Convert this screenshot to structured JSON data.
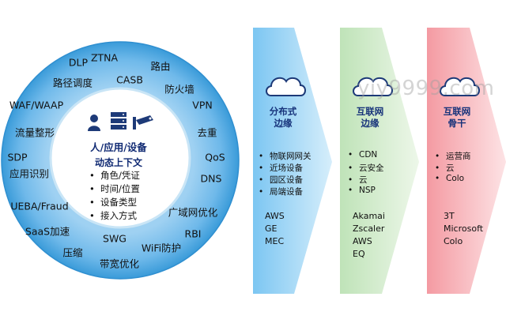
{
  "ring": {
    "labels": [
      "ZTNA",
      "DLP",
      "路由",
      "路径调度",
      "CASB",
      "防火墙",
      "WAF/WAAP",
      "VPN",
      "流量整形",
      "去重",
      "SDP",
      "QoS",
      "应用识别",
      "DNS",
      "UEBA/Fraud",
      "广域网优化",
      "SaaS加速",
      "RBI",
      "SWG",
      "WiFi防护",
      "压缩",
      "带宽优化"
    ]
  },
  "center": {
    "title": "人/应用/设备",
    "subtitle": "动态上下文",
    "items": [
      "角色/凭证",
      "时间/位置",
      "设备类型",
      "接入方式"
    ],
    "icons": [
      "person-icon",
      "server-icon",
      "camera-icon"
    ]
  },
  "columns": [
    {
      "label_lines": [
        "分布式",
        "边缘"
      ],
      "bullets": [
        "物联网网关",
        "近场设备",
        "园区设备",
        "局端设备"
      ],
      "providers": [
        "AWS",
        "GE",
        "MEC"
      ],
      "color": "#a9d6f2"
    },
    {
      "label_lines": [
        "互联网",
        "边缘"
      ],
      "bullets": [
        "CDN",
        "云安全",
        "云",
        "NSP"
      ],
      "providers": [
        "Akamai",
        "Zscaler",
        "AWS",
        "EQ"
      ],
      "color": "#cfe9c9"
    },
    {
      "label_lines": [
        "互联网",
        "骨干"
      ],
      "bullets": [
        "运营商",
        "云",
        "Colo"
      ],
      "providers": [
        "3T",
        "Microsoft",
        "Colo"
      ],
      "color": "#f6b3b8"
    }
  ],
  "watermark": "yiy9999.com",
  "colors": {
    "ring_outer": "#3a9bd9",
    "center_fill": "#ffffff",
    "title_text": "#102a73",
    "icon_fill": "#1d3a78"
  }
}
